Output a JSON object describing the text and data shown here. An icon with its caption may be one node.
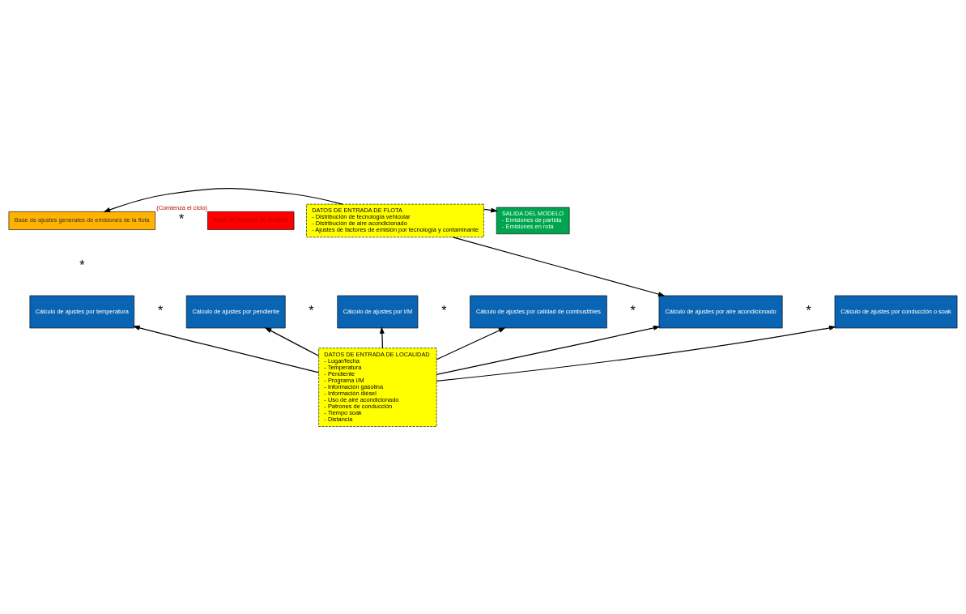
{
  "diagram": {
    "nodes": [
      {
        "text": [
          "Base de ajustes generales de emisiones de la flota"
        ]
      },
      {
        "text": [
          "Base de factores de emisión"
        ],
        "beside": [
          "(Comienza el ciclo)"
        ]
      },
      {
        "text": [
          "DATOS DE ENTRADA DE FLOTA",
          "- Distribución de tecnología vehicular",
          "- Distribución de aire acondicionado",
          "- Ajustes de factores de emisión por tecnología y contaminante"
        ]
      },
      {
        "text": [
          "SALIDA DEL MODELO",
          "- Emisiones de partida",
          "- Emisiones en ruta"
        ]
      },
      {
        "text": [
          "Cálculo de ajustes por temperatura"
        ]
      },
      {
        "text": [
          "Cálculo de ajustes por pendiente"
        ]
      },
      {
        "text": [
          "Cálculo de ajustes por I/M"
        ]
      },
      {
        "text": [
          "Cálculo de ajustes por calidad de combustibles"
        ]
      },
      {
        "text": [
          "Cálculo de ajustes por aire acondicionado"
        ]
      },
      {
        "text": [
          "Cálculo de ajustes por conducción o soak"
        ]
      },
      {
        "text": [
          "DATOS DE ENTRADA DE LOCALIDAD",
          "- Lugar/fecha",
          "- Temperatura",
          "- Pendiente",
          "- Programa I/M",
          "- Información gasolina",
          "- Información diésel",
          "- Uso de aire acondicionado",
          "- Patrones de conducción",
          "- Tiempo soak",
          "- Distancia"
        ]
      }
    ],
    "edges": [
      {
        "from": 2,
        "to": 0,
        "arrow": "to"
      },
      {
        "from": 2,
        "to": 3,
        "arrow": "to"
      },
      {
        "from": 2,
        "to": 8,
        "arrow": "to"
      },
      {
        "from": 10,
        "to": 4,
        "arrow": "to"
      },
      {
        "from": 10,
        "to": 5,
        "arrow": "to"
      },
      {
        "from": 10,
        "to": 6,
        "arrow": "to"
      },
      {
        "from": 10,
        "to": 7,
        "arrow": "to"
      },
      {
        "from": 10,
        "to": 8,
        "arrow": "to"
      },
      {
        "from": 10,
        "to": 9,
        "arrow": "to"
      }
    ],
    "labels": [
      "*",
      "*",
      "*",
      "*",
      "*",
      "*",
      "*"
    ]
  }
}
